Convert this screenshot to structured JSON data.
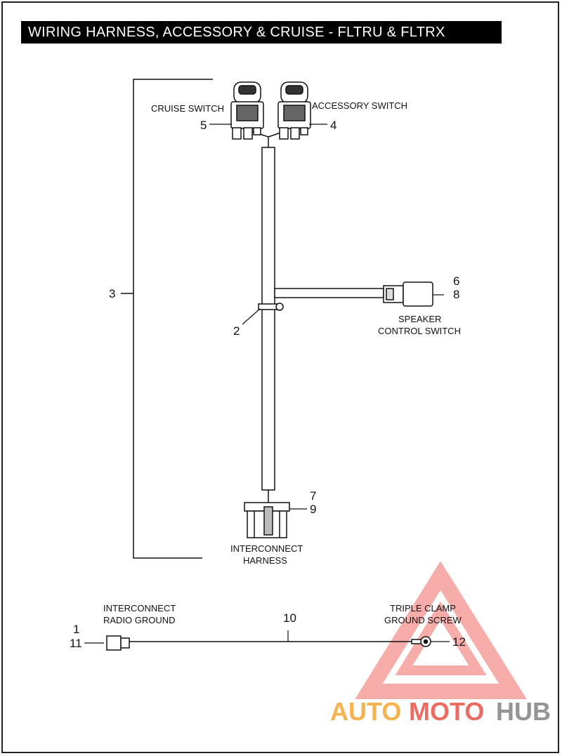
{
  "title": "WIRING HARNESS, ACCESSORY & CRUISE - FLTRU & FLTRX",
  "labels": {
    "cruise_switch": "CRUISE SWITCH",
    "accessory_switch": "ACCESSORY SWITCH",
    "speaker_line1": "SPEAKER",
    "speaker_line2": "CONTROL SWITCH",
    "interconnect_line1": "INTERCONNECT",
    "interconnect_line2": "HARNESS",
    "radio_ground_line1": "INTERCONNECT",
    "radio_ground_line2": "RADIO GROUND",
    "triple_clamp_line1": "TRIPLE CLAMP",
    "triple_clamp_line2": "GROUND SCREW"
  },
  "callouts": {
    "c1": "1",
    "c2": "2",
    "c3": "3",
    "c4": "4",
    "c5": "5",
    "c6": "6",
    "c7": "7",
    "c8": "8",
    "c9": "9",
    "c10": "10",
    "c11": "11",
    "c12": "12"
  },
  "watermark": {
    "text_a": "AUTO",
    "text_b": "MOTO",
    "text_c": "HUB",
    "color_red": "#e8483c",
    "color_orange": "#f5a020",
    "color_grey": "#7a7a7a"
  }
}
